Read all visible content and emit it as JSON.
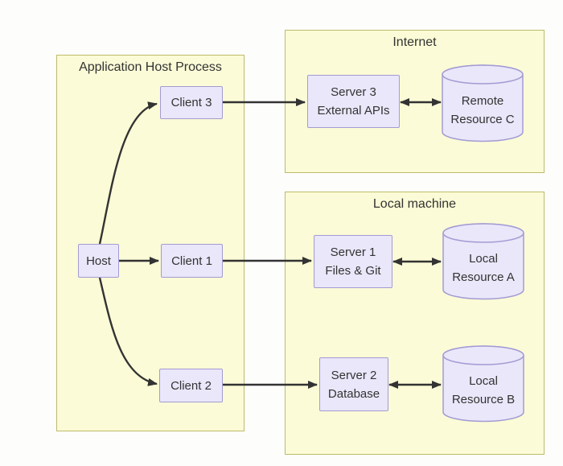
{
  "clusters": {
    "app_host": {
      "title": "Application Host Process"
    },
    "internet": {
      "title": "Internet"
    },
    "local_machine": {
      "title": "Local machine"
    }
  },
  "nodes": {
    "host": {
      "label": "Host"
    },
    "client1": {
      "label": "Client 1"
    },
    "client2": {
      "label": "Client 2"
    },
    "client3": {
      "label": "Client 3"
    },
    "server1": {
      "line1": "Server 1",
      "line2": "Files & Git"
    },
    "server2": {
      "line1": "Server 2",
      "line2": "Database"
    },
    "server3": {
      "line1": "Server 3",
      "line2": "External APIs"
    },
    "resource_a": {
      "line1": "Local",
      "line2": "Resource A"
    },
    "resource_b": {
      "line1": "Local",
      "line2": "Resource B"
    },
    "resource_c": {
      "line1": "Remote",
      "line2": "Resource C"
    }
  },
  "edges": [
    {
      "from": "Host",
      "to": "Client 1",
      "direction": "one-way"
    },
    {
      "from": "Host",
      "to": "Client 2",
      "direction": "one-way"
    },
    {
      "from": "Host",
      "to": "Client 3",
      "direction": "one-way"
    },
    {
      "from": "Client 1",
      "to": "Server 1",
      "direction": "one-way"
    },
    {
      "from": "Client 2",
      "to": "Server 2",
      "direction": "one-way"
    },
    {
      "from": "Client 3",
      "to": "Server 3",
      "direction": "one-way"
    },
    {
      "from": "Server 1",
      "to": "Local Resource A",
      "direction": "two-way"
    },
    {
      "from": "Server 2",
      "to": "Local Resource B",
      "direction": "two-way"
    },
    {
      "from": "Server 3",
      "to": "Remote Resource C",
      "direction": "two-way"
    }
  ],
  "colors": {
    "cluster-fill": "#fbfbd7",
    "cluster-border": "#bcbc6a",
    "node-fill": "#e9e7f9",
    "node-border": "#a49bd4",
    "edge-color": "#333333",
    "text-color": "#333333",
    "page-bg": "#fdfdfc"
  }
}
